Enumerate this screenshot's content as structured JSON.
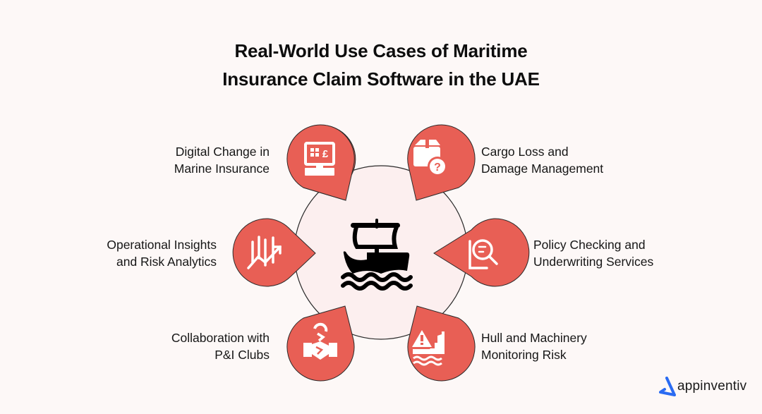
{
  "title": {
    "line1": "Real-World Use Cases of Maritime",
    "line2": "Insurance Claim Software in the UAE"
  },
  "center": {
    "icon": "ship-icon"
  },
  "colors": {
    "background": "#fdf8f7",
    "center_fill": "#fcefef",
    "petal_fill": "#e85f55",
    "outline": "#2a2a2a",
    "brand_blue": "#2a6bf2"
  },
  "items": [
    {
      "position": "top-left",
      "icon": "pos-terminal-icon",
      "line1": "Digital Change in",
      "line2": "Marine Insurance"
    },
    {
      "position": "top-right",
      "icon": "package-question-icon",
      "line1": "Cargo Loss and",
      "line2": "Damage Management"
    },
    {
      "position": "left",
      "icon": "analytics-chart-icon",
      "line1": "Operational Insights",
      "line2": "and Risk Analytics"
    },
    {
      "position": "right",
      "icon": "document-search-icon",
      "line1": "Policy Checking and",
      "line2": "Underwriting Services"
    },
    {
      "position": "bottom-left",
      "icon": "handshake-icon",
      "line1": "Collaboration with",
      "line2": "P&I Clubs"
    },
    {
      "position": "bottom-right",
      "icon": "ship-warning-icon",
      "line1": "Hull and Machinery",
      "line2": "Monitoring Risk"
    }
  ],
  "brand": {
    "name": "appinventiv",
    "icon": "appinventiv-logo-icon"
  }
}
